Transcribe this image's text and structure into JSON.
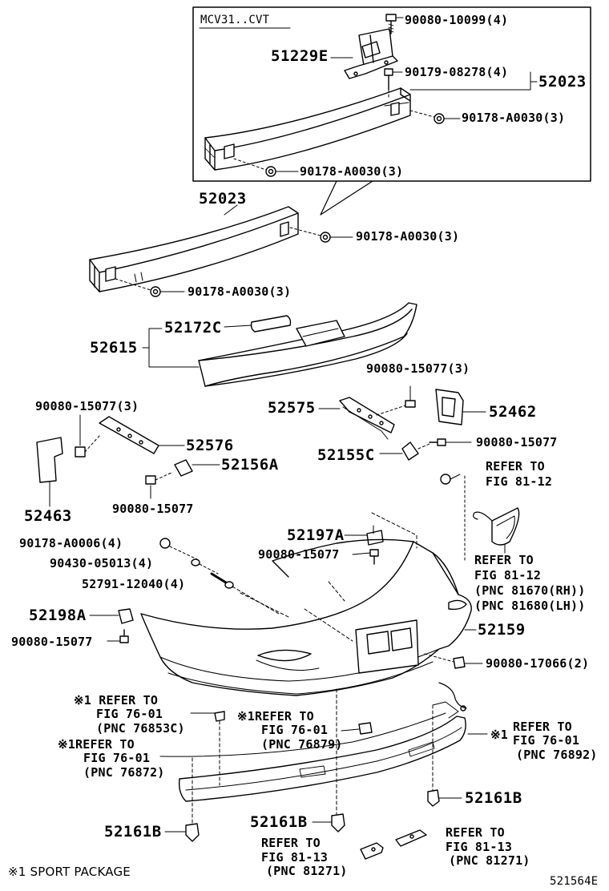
{
  "inset": {
    "title": "MCV31..CVT",
    "bolt_top": "90080-10099(4)",
    "bracket": "51229E",
    "stud": "90179-08278(4)",
    "reinforcement": "52023",
    "nut_right": "90178-A0030(3)",
    "nut_left": "90178-A0030(3)"
  },
  "main_reinforcement": {
    "part": "52023",
    "nut_right": "90178-A0030(3)",
    "nut_left": "90178-A0030(3)"
  },
  "absorber": {
    "part": "52615",
    "pad": "52172C"
  },
  "side_parts": {
    "screw_right": "90080-15077(3)",
    "retainer_right": "52575",
    "bracket_right": "52462",
    "clip_right": "52155C",
    "screw_clip_right": "90080-15077",
    "screw_left": "90080-15077(3)",
    "retainer_left": "52576",
    "bracket_left": "52463",
    "clip_left": "52156A",
    "screw_clip_left": "90080-15077"
  },
  "refer_81_12_a": {
    "line1": "REFER TO",
    "line2": "FIG 81-12"
  },
  "refer_81_12_b": {
    "line1": "REFER TO",
    "line2": "FIG 81-12",
    "line3": "(PNC 81670(RH))",
    "line4": "(PNC 81680(LH))"
  },
  "hardware": {
    "nut": "90178-A0006(4)",
    "washer": "90430-05013(4)",
    "bolt": "52791-12040(4)",
    "retainer_center": "52197A",
    "screw_center": "90080-15077",
    "retainer_side": "52198A",
    "screw_side": "90080-15077",
    "cover": "52159",
    "clip_nut": "90080-17066(2)"
  },
  "sport_refs": {
    "ref_a": {
      "mark": "※1",
      "line1": "REFER TO",
      "line2": "FIG 76-01",
      "line3": "(PNC 76853C)"
    },
    "ref_b": {
      "mark": "※1",
      "line1": "REFER TO",
      "line2": "FIG 76-01",
      "line3": "(PNC 76879)"
    },
    "ref_c": {
      "mark": "※1",
      "line1": "REFER TO",
      "line2": "FIG 76-01",
      "line3": "(PNC 76872)"
    },
    "ref_d": {
      "mark": "※1",
      "line1": "REFER TO",
      "line2": "FIG 76-01",
      "line3": "(PNC 76892)"
    }
  },
  "clips_bottom": {
    "clip_right": "52161B",
    "clip_left": "52161B",
    "clip_center": "52161B"
  },
  "refer_81_13_a": {
    "line1": "REFER TO",
    "line2": "FIG 81-13",
    "line3": "(PNC 81271)"
  },
  "refer_81_13_b": {
    "line1": "REFER TO",
    "line2": "FIG 81-13",
    "line3": "(PNC 81271)"
  },
  "footnote": "※1 SPORT PACKAGE",
  "diagram_id": "521564E"
}
